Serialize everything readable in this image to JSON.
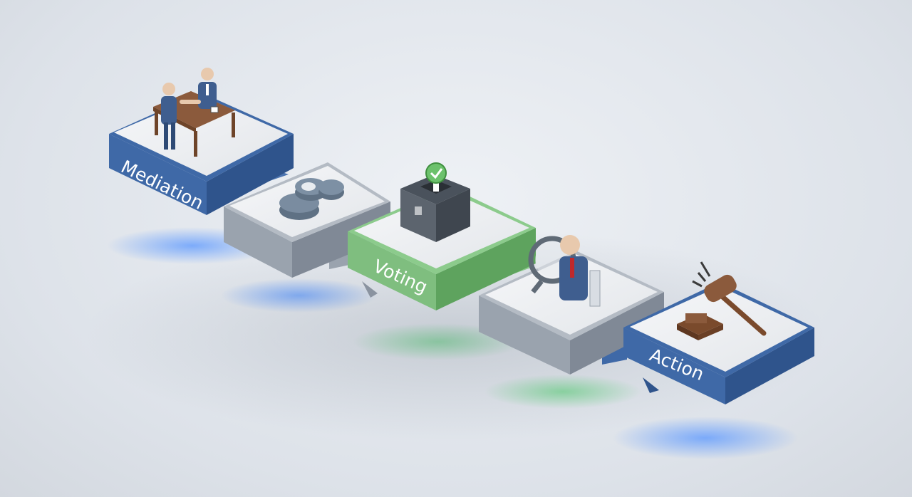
{
  "steps": [
    {
      "label": "Mediation",
      "icon": "mediation-meeting-icon",
      "color": "#3f69a7"
    },
    {
      "label": "",
      "icon": "discussion-connector-icon",
      "color": "#9aa3ae"
    },
    {
      "label": "Voting",
      "icon": "ballot-box-icon",
      "color": "#7fbe7f"
    },
    {
      "label": "",
      "icon": "investigation-magnifier-icon",
      "color": "#9aa3ae"
    },
    {
      "label": "Action",
      "icon": "gavel-icon",
      "color": "#3f69a7"
    }
  ],
  "colors": {
    "blue_side": "#3f69a7",
    "gray_side": "#9aa3ae",
    "green_side": "#7fbe7f",
    "top_face": "#eef0f3",
    "glow_blue": "#4f8df0",
    "glow_green": "#5fd07a"
  }
}
